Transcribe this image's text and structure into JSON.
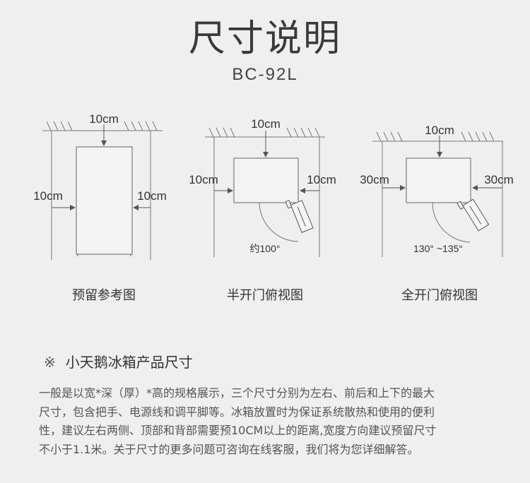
{
  "title": "尺寸说明",
  "model": "BC-92L",
  "diagrams": [
    {
      "top": "10cm",
      "left": "10cm",
      "right": "10cm",
      "caption": "预留参考图"
    },
    {
      "top": "10cm",
      "left": "10cm",
      "right": "10cm",
      "angle": "约100°",
      "caption": "半开门俯视图"
    },
    {
      "top": "10cm",
      "left": "30cm",
      "right": "30cm",
      "angle": "130° ~135°",
      "caption": "全开门俯视图"
    }
  ],
  "section": {
    "mark": "※",
    "heading": "小天鹅冰箱产品尺寸"
  },
  "paragraph_lines": [
    "一般是以宽*深（厚）*高的规格展示，三个尺寸分别为左右、前后和上下的最大",
    "尺寸，包含把手、电源线和调平脚等。冰箱放置时为保证系统散热和使用的便利",
    "性，建议左右两侧、顶部和背部需要预10CM以上的距离,宽度方向建议预留尺寸",
    "不小于1.1米。关于尺寸的更多问题可咨询在线客服，我们将为您详细解答。"
  ]
}
